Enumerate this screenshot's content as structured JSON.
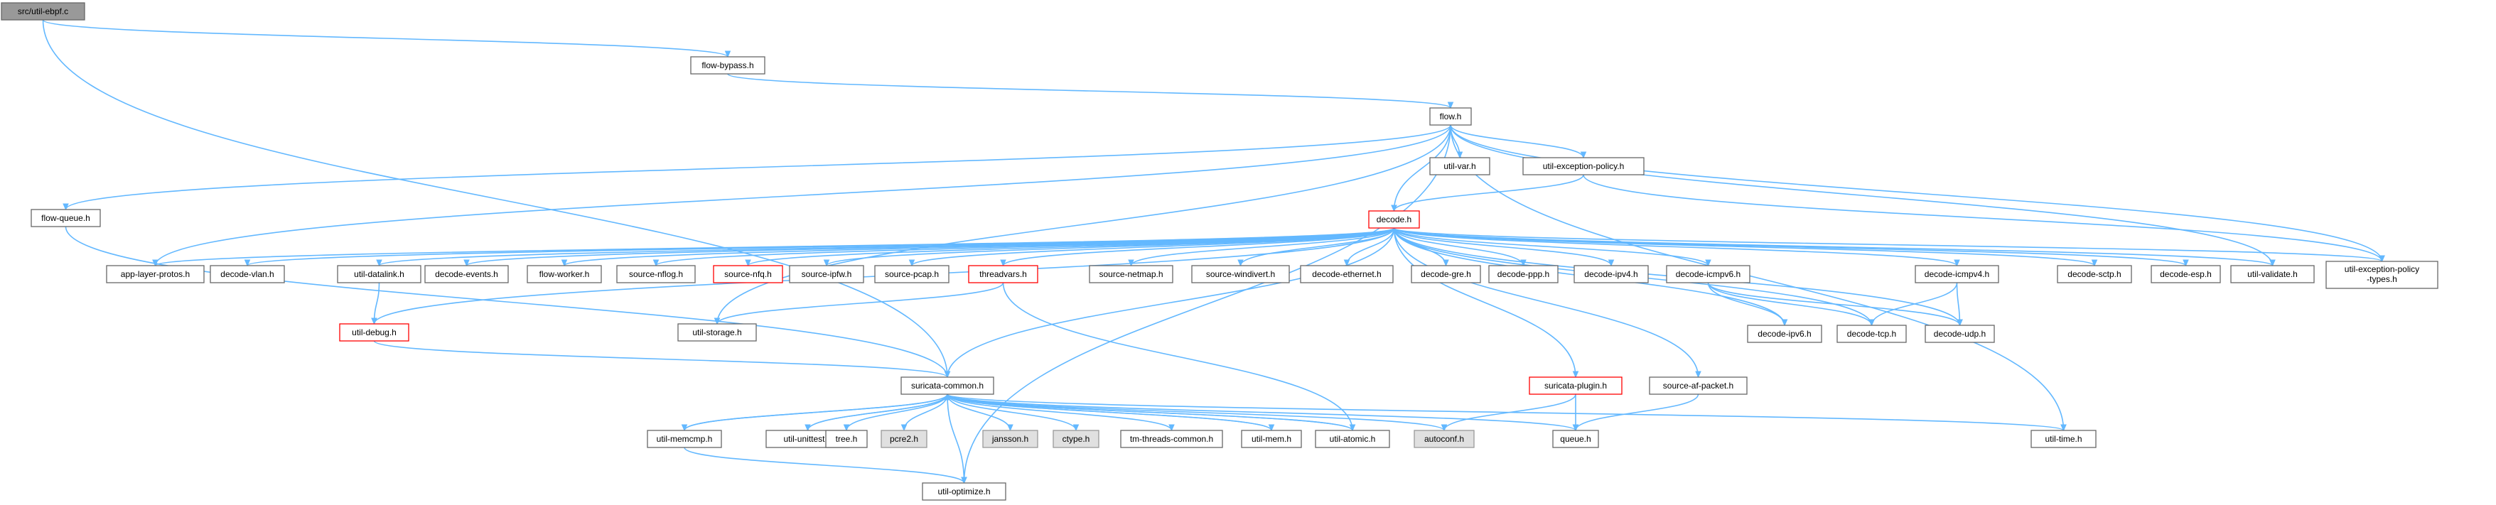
{
  "title": "",
  "colors": {
    "edge": "#63b8ff",
    "node_fill": "#ffffff",
    "node_border": "#666666",
    "root_fill": "#999999",
    "root_border": "#666666",
    "red_border": "#ff0000",
    "system_fill": "#e0e0e0",
    "system_border": "#999999"
  },
  "nodes": [
    {
      "id": "root",
      "label": "src/util-ebpf.c",
      "style": "root"
    },
    {
      "id": "flowbypass",
      "label": "flow-bypass.h",
      "style": "normal"
    },
    {
      "id": "flow",
      "label": "flow.h",
      "style": "normal"
    },
    {
      "id": "utilvar",
      "label": "util-var.h",
      "style": "normal"
    },
    {
      "id": "utilexc",
      "label": "util-exception-policy.h",
      "style": "normal"
    },
    {
      "id": "flowqueue",
      "label": "flow-queue.h",
      "style": "normal"
    },
    {
      "id": "decode",
      "label": "decode.h",
      "style": "red"
    },
    {
      "id": "applayer",
      "label": "app-layer-protos.h",
      "style": "normal"
    },
    {
      "id": "decodevlan",
      "label": "decode-vlan.h",
      "style": "normal"
    },
    {
      "id": "utildatalink",
      "label": "util-datalink.h",
      "style": "normal"
    },
    {
      "id": "decodeevents",
      "label": "decode-events.h",
      "style": "normal"
    },
    {
      "id": "flowworker",
      "label": "flow-worker.h",
      "style": "normal"
    },
    {
      "id": "sourcenflog",
      "label": "source-nflog.h",
      "style": "normal"
    },
    {
      "id": "sourcenfq",
      "label": "source-nfq.h",
      "style": "red"
    },
    {
      "id": "sourceipfw",
      "label": "source-ipfw.h",
      "style": "normal"
    },
    {
      "id": "sourcepcap",
      "label": "source-pcap.h",
      "style": "normal"
    },
    {
      "id": "threadvars",
      "label": "threadvars.h",
      "style": "red"
    },
    {
      "id": "sourcenetmap",
      "label": "source-netmap.h",
      "style": "normal"
    },
    {
      "id": "sourcewindivert",
      "label": "source-windivert.h",
      "style": "normal"
    },
    {
      "id": "decodeethernet",
      "label": "decode-ethernet.h",
      "style": "normal"
    },
    {
      "id": "decodegre",
      "label": "decode-gre.h",
      "style": "normal"
    },
    {
      "id": "decodeppp",
      "label": "decode-ppp.h",
      "style": "normal"
    },
    {
      "id": "decodeipv4",
      "label": "decode-ipv4.h",
      "style": "normal"
    },
    {
      "id": "decodeicmpv6",
      "label": "decode-icmpv6.h",
      "style": "normal"
    },
    {
      "id": "decodeicmpv4",
      "label": "decode-icmpv4.h",
      "style": "normal"
    },
    {
      "id": "decodesctp",
      "label": "decode-sctp.h",
      "style": "normal"
    },
    {
      "id": "decodeesp",
      "label": "decode-esp.h",
      "style": "normal"
    },
    {
      "id": "utilvalidate",
      "label": "util-validate.h",
      "style": "normal"
    },
    {
      "id": "utilexctypes",
      "label": "util-exception-policy\n-types.h",
      "style": "normal"
    },
    {
      "id": "utildebug",
      "label": "util-debug.h",
      "style": "red"
    },
    {
      "id": "utilstorage",
      "label": "util-storage.h",
      "style": "normal"
    },
    {
      "id": "decodeipv6",
      "label": "decode-ipv6.h",
      "style": "normal"
    },
    {
      "id": "decodetcp",
      "label": "decode-tcp.h",
      "style": "normal"
    },
    {
      "id": "decodeudp",
      "label": "decode-udp.h",
      "style": "normal"
    },
    {
      "id": "suricatacommon",
      "label": "suricata-common.h",
      "style": "normal"
    },
    {
      "id": "suricataplugin",
      "label": "suricata-plugin.h",
      "style": "red"
    },
    {
      "id": "sourceafpacket",
      "label": "source-af-packet.h",
      "style": "normal"
    },
    {
      "id": "utilmemcmp",
      "label": "util-memcmp.h",
      "style": "normal"
    },
    {
      "id": "utilunittest",
      "label": "util-unittest.h",
      "style": "normal"
    },
    {
      "id": "treeh",
      "label": "tree.h",
      "style": "normal"
    },
    {
      "id": "pcre2",
      "label": "pcre2.h",
      "style": "system"
    },
    {
      "id": "jansson",
      "label": "jansson.h",
      "style": "system"
    },
    {
      "id": "ctype",
      "label": "ctype.h",
      "style": "system"
    },
    {
      "id": "tmthreads",
      "label": "tm-threads-common.h",
      "style": "normal"
    },
    {
      "id": "utilmem",
      "label": "util-mem.h",
      "style": "normal"
    },
    {
      "id": "utilatomic",
      "label": "util-atomic.h",
      "style": "normal"
    },
    {
      "id": "autoconf",
      "label": "autoconf.h",
      "style": "system"
    },
    {
      "id": "queue",
      "label": "queue.h",
      "style": "normal"
    },
    {
      "id": "utiltime",
      "label": "util-time.h",
      "style": "normal"
    },
    {
      "id": "utiloptimize",
      "label": "util-optimize.h",
      "style": "normal"
    }
  ],
  "edges": [
    [
      "root",
      "flowbypass"
    ],
    [
      "root",
      "suricatacommon"
    ],
    [
      "flowbypass",
      "flow"
    ],
    [
      "flow",
      "flowqueue"
    ],
    [
      "flow",
      "applayer"
    ],
    [
      "flow",
      "utilstorage"
    ],
    [
      "flow",
      "decode"
    ],
    [
      "flow",
      "utilvar"
    ],
    [
      "flow",
      "utilexc"
    ],
    [
      "flow",
      "utilvalidate"
    ],
    [
      "flow",
      "utilexctypes"
    ],
    [
      "flow",
      "utiltime"
    ],
    [
      "flow",
      "utiloptimize"
    ],
    [
      "utilexc",
      "decode"
    ],
    [
      "utilexc",
      "utilexctypes"
    ],
    [
      "flowqueue",
      "suricatacommon"
    ],
    [
      "decode",
      "applayer"
    ],
    [
      "decode",
      "decodevlan"
    ],
    [
      "decode",
      "utildatalink"
    ],
    [
      "decode",
      "decodeevents"
    ],
    [
      "decode",
      "flowworker"
    ],
    [
      "decode",
      "sourcenflog"
    ],
    [
      "decode",
      "sourcenfq"
    ],
    [
      "decode",
      "sourceipfw"
    ],
    [
      "decode",
      "sourcepcap"
    ],
    [
      "decode",
      "threadvars"
    ],
    [
      "decode",
      "sourcenetmap"
    ],
    [
      "decode",
      "sourcewindivert"
    ],
    [
      "decode",
      "decodeethernet"
    ],
    [
      "decode",
      "decodegre"
    ],
    [
      "decode",
      "decodeppp"
    ],
    [
      "decode",
      "decodeipv4"
    ],
    [
      "decode",
      "decodeicmpv6"
    ],
    [
      "decode",
      "decodeicmpv4"
    ],
    [
      "decode",
      "decodesctp"
    ],
    [
      "decode",
      "decodeesp"
    ],
    [
      "decode",
      "utilvalidate"
    ],
    [
      "decode",
      "utilexctypes"
    ],
    [
      "decode",
      "utildebug"
    ],
    [
      "decode",
      "decodeipv6"
    ],
    [
      "decode",
      "decodetcp"
    ],
    [
      "decode",
      "decodeudp"
    ],
    [
      "decode",
      "suricatacommon"
    ],
    [
      "decode",
      "suricataplugin"
    ],
    [
      "decode",
      "sourceafpacket"
    ],
    [
      "utildatalink",
      "utildebug"
    ],
    [
      "threadvars",
      "utilstorage"
    ],
    [
      "threadvars",
      "utilatomic"
    ],
    [
      "decodeicmpv6",
      "decodeipv6"
    ],
    [
      "decodeicmpv6",
      "decodetcp"
    ],
    [
      "decodeicmpv6",
      "decodeudp"
    ],
    [
      "decodeicmpv4",
      "decodetcp"
    ],
    [
      "decodeicmpv4",
      "decodeudp"
    ],
    [
      "utildebug",
      "suricatacommon"
    ],
    [
      "suricataplugin",
      "autoconf"
    ],
    [
      "suricataplugin",
      "queue"
    ],
    [
      "sourceafpacket",
      "queue"
    ],
    [
      "suricatacommon",
      "utilmemcmp"
    ],
    [
      "suricatacommon",
      "utilunittest"
    ],
    [
      "suricatacommon",
      "treeh"
    ],
    [
      "suricatacommon",
      "pcre2"
    ],
    [
      "suricatacommon",
      "jansson"
    ],
    [
      "suricatacommon",
      "ctype"
    ],
    [
      "suricatacommon",
      "tmthreads"
    ],
    [
      "suricatacommon",
      "utilmem"
    ],
    [
      "suricatacommon",
      "utilatomic"
    ],
    [
      "suricatacommon",
      "autoconf"
    ],
    [
      "suricatacommon",
      "queue"
    ],
    [
      "suricatacommon",
      "utiltime"
    ],
    [
      "suricatacommon",
      "utiloptimize"
    ],
    [
      "utilmemcmp",
      "suricatacommon"
    ],
    [
      "utilmemcmp",
      "utiloptimize"
    ],
    [
      "utilunittest",
      "suricatacommon"
    ],
    [
      "utilmem",
      "suricatacommon"
    ],
    [
      "utilatomic",
      "suricatacommon"
    ]
  ]
}
